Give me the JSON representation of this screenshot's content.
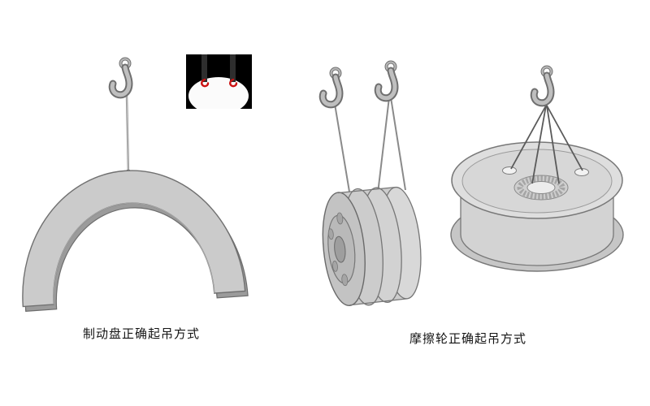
{
  "captions": {
    "brake_disc": "制动盘正确起吊方式",
    "friction_wheel": "摩擦轮正确起吊方式"
  },
  "figures": {
    "left": {
      "subject": "brake-disc-half-ring",
      "lifting": "single-hook-single-rope",
      "has_inset_detail": true
    },
    "middle": {
      "subject": "wheel-rim",
      "lifting": "two-hooks-three-ropes"
    },
    "right": {
      "subject": "friction-wheel-drum",
      "lifting": "single-hook-four-slings"
    }
  },
  "icons": {
    "hook": "crane-hook-icon",
    "inset": "grip-detail-inset"
  },
  "colors": {
    "background": "#ffffff",
    "metal_light": "#dedede",
    "metal_mid": "#cbcbcb",
    "metal_dark": "#9b9b9b",
    "outline": "#707070",
    "rope": "#8a8a8a",
    "inset_background": "#000000",
    "accent_red": "#cc1111",
    "caption_text": "#141414"
  }
}
